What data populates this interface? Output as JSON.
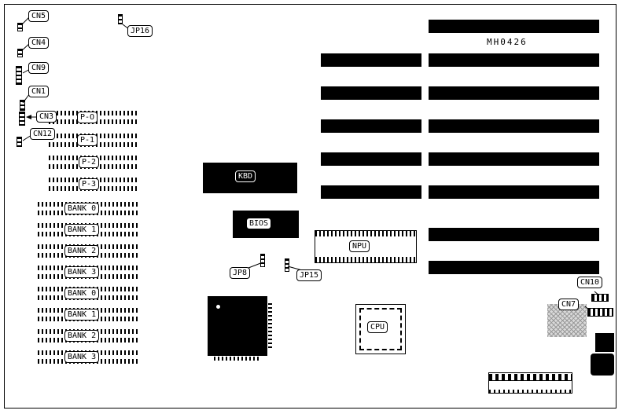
{
  "board": {
    "model": "MH0426"
  },
  "connector_labels": {
    "cn5": "CN5",
    "cn4": "CN4",
    "cn9": "CN9",
    "cn1": "CN1",
    "cn3": "CN3",
    "cn12": "CN12",
    "cn10": "CN10",
    "cn7": "CN7"
  },
  "jumper_labels": {
    "jp16": "JP16",
    "jp8": "JP8",
    "jp15": "JP15"
  },
  "chip_labels": {
    "kbd": "KBD",
    "bios": "BIOS",
    "npu": "NPU",
    "cpu": "CPU"
  },
  "simm_labels": [
    "P-O",
    "P-1",
    "P-2",
    "P-3"
  ],
  "bank_labels": [
    "BANK 0",
    "BANK 1",
    "BANK 2",
    "BANK 3",
    "BANK 0",
    "BANK 1",
    "BANK 2",
    "BANK 3"
  ]
}
